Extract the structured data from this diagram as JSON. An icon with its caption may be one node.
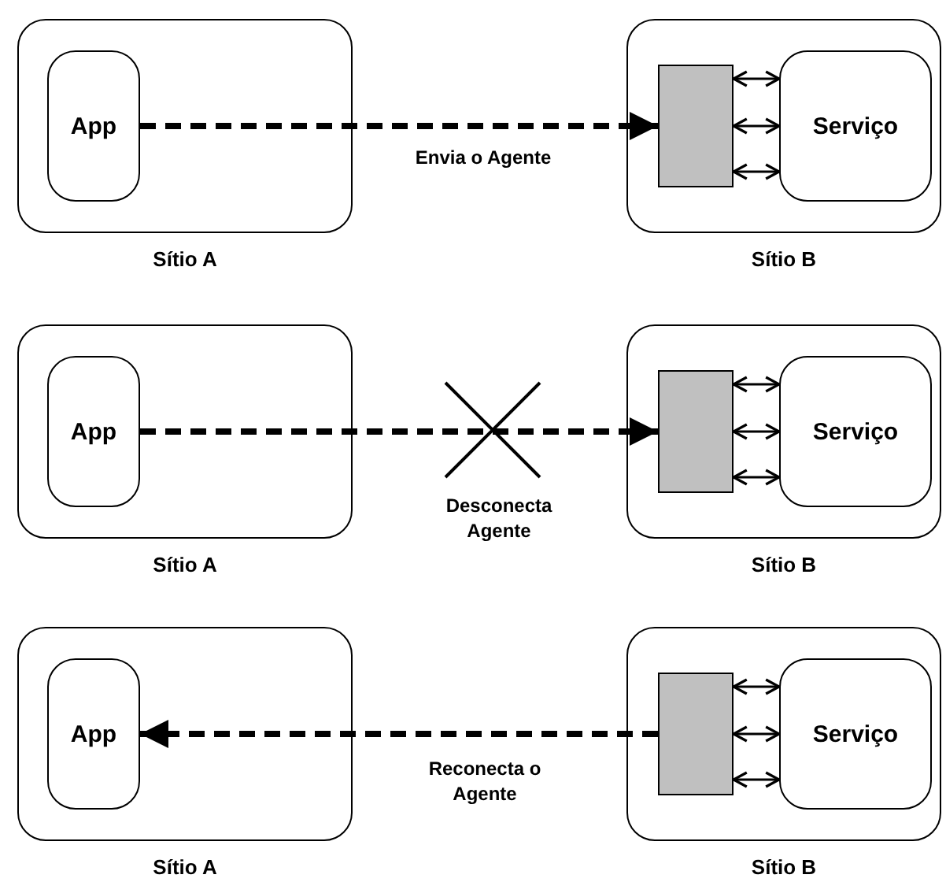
{
  "diagram": {
    "nodes": [
      {
        "text": [
          "Sítio A"
        ]
      },
      {
        "text": [
          "App"
        ],
        "in": 0
      },
      {
        "text": [
          "Sítio B"
        ]
      },
      {
        "text": [],
        "shape": "box",
        "in": 2
      },
      {
        "text": [
          "Serviço"
        ],
        "in": 2
      },
      {
        "text": [
          "Sítio A"
        ]
      },
      {
        "text": [
          "App"
        ],
        "in": 5
      },
      {
        "text": [
          "Sítio B"
        ]
      },
      {
        "text": [],
        "shape": "box",
        "in": 7
      },
      {
        "text": [
          "Serviço"
        ],
        "in": 7
      },
      {
        "text": [
          "Sítio A"
        ]
      },
      {
        "text": [
          "App"
        ],
        "in": 10
      },
      {
        "text": [
          "Sítio B"
        ]
      },
      {
        "text": [],
        "shape": "box",
        "in": 12
      },
      {
        "text": [
          "Serviço"
        ],
        "in": 12
      }
    ],
    "edges": [
      {
        "from": 1,
        "to": 3,
        "arrow": "to",
        "label": "Envia o Agente",
        "style": "dashed"
      },
      {
        "from": 3,
        "to": 4,
        "arrow": "both"
      },
      {
        "from": 3,
        "to": 4,
        "arrow": "both"
      },
      {
        "from": 3,
        "to": 4,
        "arrow": "both"
      },
      {
        "from": 6,
        "to": 8,
        "arrow": "to",
        "label": "Desconecta Agente",
        "style": "dashed"
      },
      {
        "from": 8,
        "to": 9,
        "arrow": "both"
      },
      {
        "from": 8,
        "to": 9,
        "arrow": "both"
      },
      {
        "from": 8,
        "to": 9,
        "arrow": "both"
      },
      {
        "from": 13,
        "to": 11,
        "arrow": "to",
        "label": "Reconecta o Agente",
        "style": "dashed"
      },
      {
        "from": 13,
        "to": 14,
        "arrow": "both"
      },
      {
        "from": 13,
        "to": 14,
        "arrow": "both"
      },
      {
        "from": 13,
        "to": 14,
        "arrow": "both"
      }
    ]
  }
}
